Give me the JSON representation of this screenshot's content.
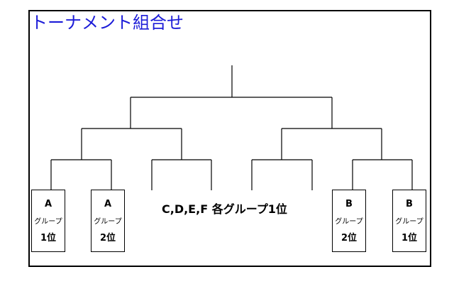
{
  "title": "トーナメント組合せ",
  "teams": [
    {
      "group": "A",
      "label": "グループ",
      "rank": "1位"
    },
    {
      "group": "A",
      "label": "グループ",
      "rank": "2位"
    },
    {
      "group": "B",
      "label": "グループ",
      "rank": "2位"
    },
    {
      "group": "B",
      "label": "グループ",
      "rank": "1位"
    }
  ],
  "middle_label": "C,D,E,F 各グループ1位"
}
